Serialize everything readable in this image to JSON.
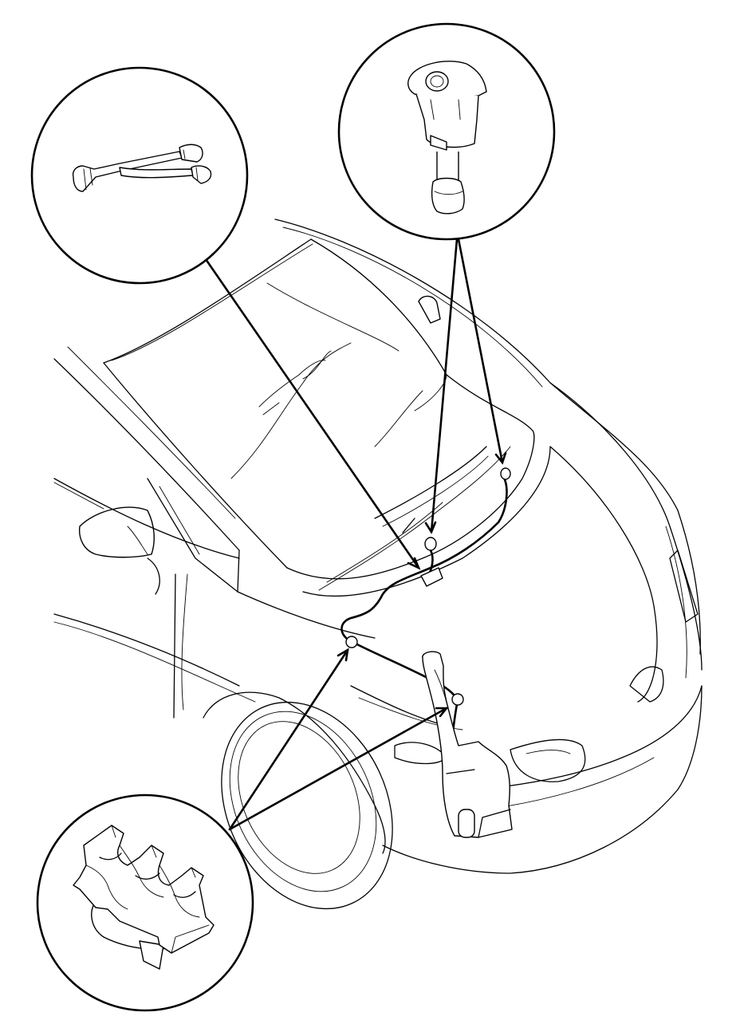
{
  "diagram": {
    "subject": "windshield-washer-system",
    "callouts": [
      {
        "id": "tubing-joint",
        "icon": "t-joint-icon"
      },
      {
        "id": "washer-nozzle",
        "icon": "nozzle-icon"
      },
      {
        "id": "hose-clip",
        "icon": "clip-icon"
      }
    ],
    "components": [
      "vehicle-body",
      "washer-reservoir",
      "washer-hose",
      "nozzles",
      "clips"
    ]
  },
  "colors": {
    "line": "#000000",
    "background": "#ffffff"
  }
}
